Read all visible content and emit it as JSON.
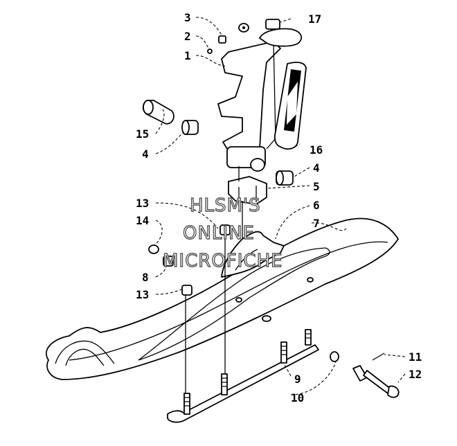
{
  "watermark": [
    "HLSM'S",
    "ONLINE",
    "MICROFICHE"
  ],
  "callouts": [
    "1",
    "2",
    "3",
    "4",
    "4",
    "5",
    "6",
    "7",
    "8",
    "9",
    "10",
    "11",
    "12",
    "13",
    "13",
    "14",
    "15",
    "16",
    "17"
  ]
}
